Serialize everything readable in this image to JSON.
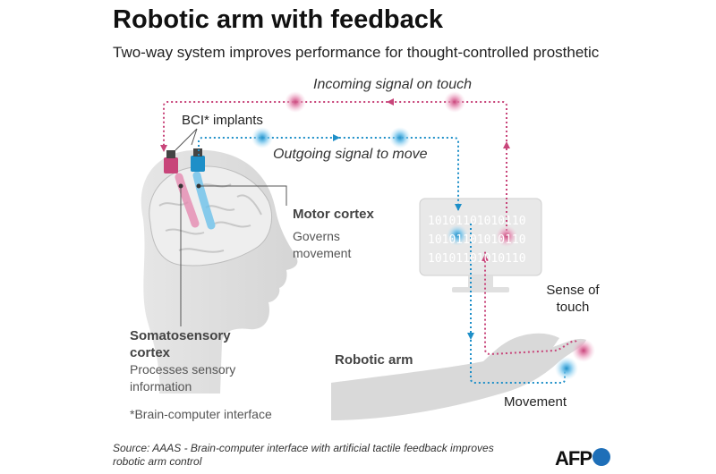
{
  "title": "Robotic arm with feedback",
  "subtitle": "Two-way system improves performance for thought-controlled prosthetic",
  "signals": {
    "incoming": "Incoming signal on touch",
    "outgoing": "Outgoing signal to move"
  },
  "labels": {
    "implants": "BCI* implants",
    "motor_cortex": "Motor cortex",
    "motor_desc": "Governs movement",
    "somato_title": "Somatosensory cortex",
    "somato_desc": "Processes sensory information",
    "robotic_arm": "Robotic arm",
    "sense_of_touch": "Sense of touch",
    "movement": "Movement",
    "footnote": "*Brain-computer interface"
  },
  "screen_binary": [
    "10101101010110",
    "10101101010110",
    "10101101010110"
  ],
  "source": "Source: AAAS - Brain-computer interface with artificial tactile feedback improves robotic arm control",
  "logo": "AFP",
  "colors": {
    "incoming": "#c8457a",
    "outgoing": "#1e8fc8",
    "grey": "#d9d9d9",
    "dark_grey": "#555555"
  }
}
